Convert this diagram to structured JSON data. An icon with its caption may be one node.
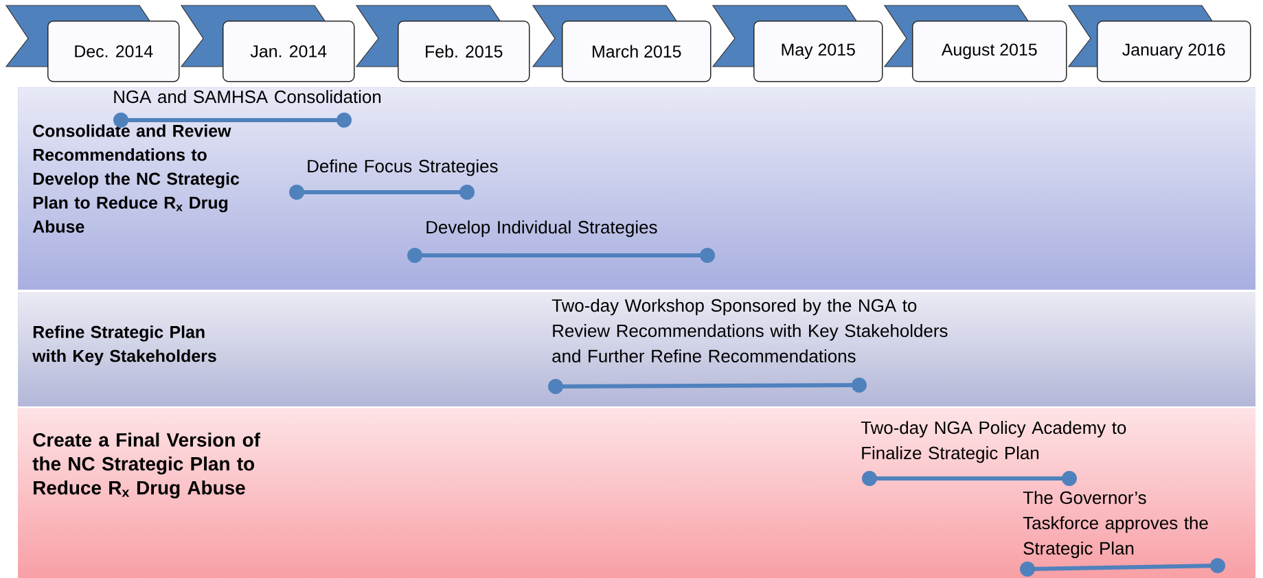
{
  "diagram": {
    "nodes": [
      {
        "text": [
          "Dec. 2014"
        ]
      },
      {
        "text": [
          "Jan. 2014"
        ]
      },
      {
        "text": [
          "Feb. 2015"
        ]
      },
      {
        "text": [
          "March 2015"
        ]
      },
      {
        "text": [
          "May 2015"
        ]
      },
      {
        "text": [
          "August 2015"
        ]
      },
      {
        "text": [
          "January 2016"
        ]
      },
      {
        "text": [
          "Consolidate and Review Recommendations to Develop the  NC Strategic Plan to Reduce R$_{x}$ Drug Abuse"
        ]
      },
      {
        "text": [
          "NGA and SAMHSA Consolidation"
        ],
        "in": 7
      },
      {
        "text": [
          "Define Focus Strategies"
        ],
        "in": 7
      },
      {
        "text": [
          "Develop Individual Strategies"
        ],
        "in": 7
      },
      {
        "text": [
          "Refine Strategic Plan with Key Stakeholders"
        ]
      },
      {
        "text": [
          "Two-day Workshop Sponsored by the NGA to Review Recommendations with Key Stakeholders and Further Refine Recommendations"
        ],
        "in": 11
      },
      {
        "text": [
          "Create a Final Version of the NC Strategic Plan  to Reduce R$_{x}$ Drug Abuse"
        ]
      },
      {
        "text": [
          "Two-day NGA Policy Academy to Finalize Strategic Plan"
        ],
        "in": 13
      },
      {
        "text": [
          "The Governor’s Taskforce approves the Strategic Plan"
        ],
        "in": 13
      }
    ]
  }
}
